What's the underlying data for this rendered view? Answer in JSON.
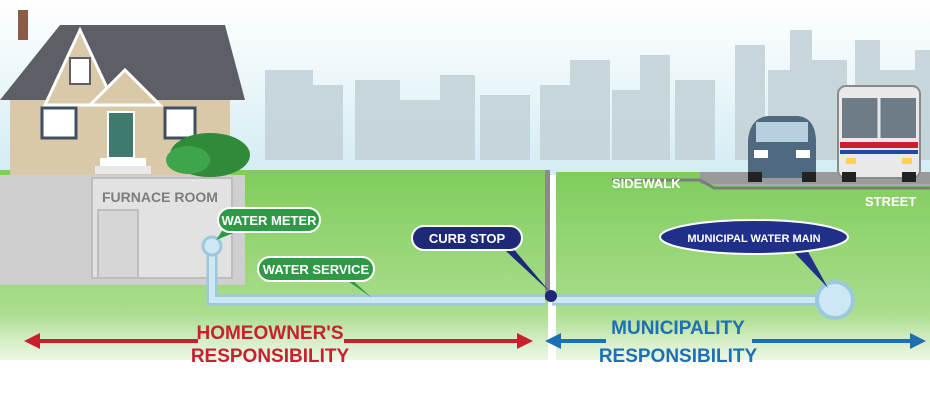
{
  "labels": {
    "furnace_room": "FURNACE ROOM",
    "sidewalk": "SIDEWALK",
    "street": "STREET",
    "water_meter": "WATER METER",
    "water_service": "WATER SERVICE",
    "curb_stop": "CURB STOP",
    "municipal_water_main": "MUNICIPAL WATER MAIN"
  },
  "responsibility": {
    "homeowner_line1": "HOMEOWNER'S",
    "homeowner_line2": "RESPONSIBILITY",
    "municipality_line1": "MUNICIPALITY",
    "municipality_line2": "RESPONSIBILITY"
  },
  "colors": {
    "homeowner": "#c8202f",
    "municipality": "#1f6fb4",
    "label_green": "#2e9a46",
    "curb_stop": "#1e2a78",
    "water_main": "#1f2f8a",
    "pipe": "#b8dcec",
    "grass": "#8cd36a"
  }
}
